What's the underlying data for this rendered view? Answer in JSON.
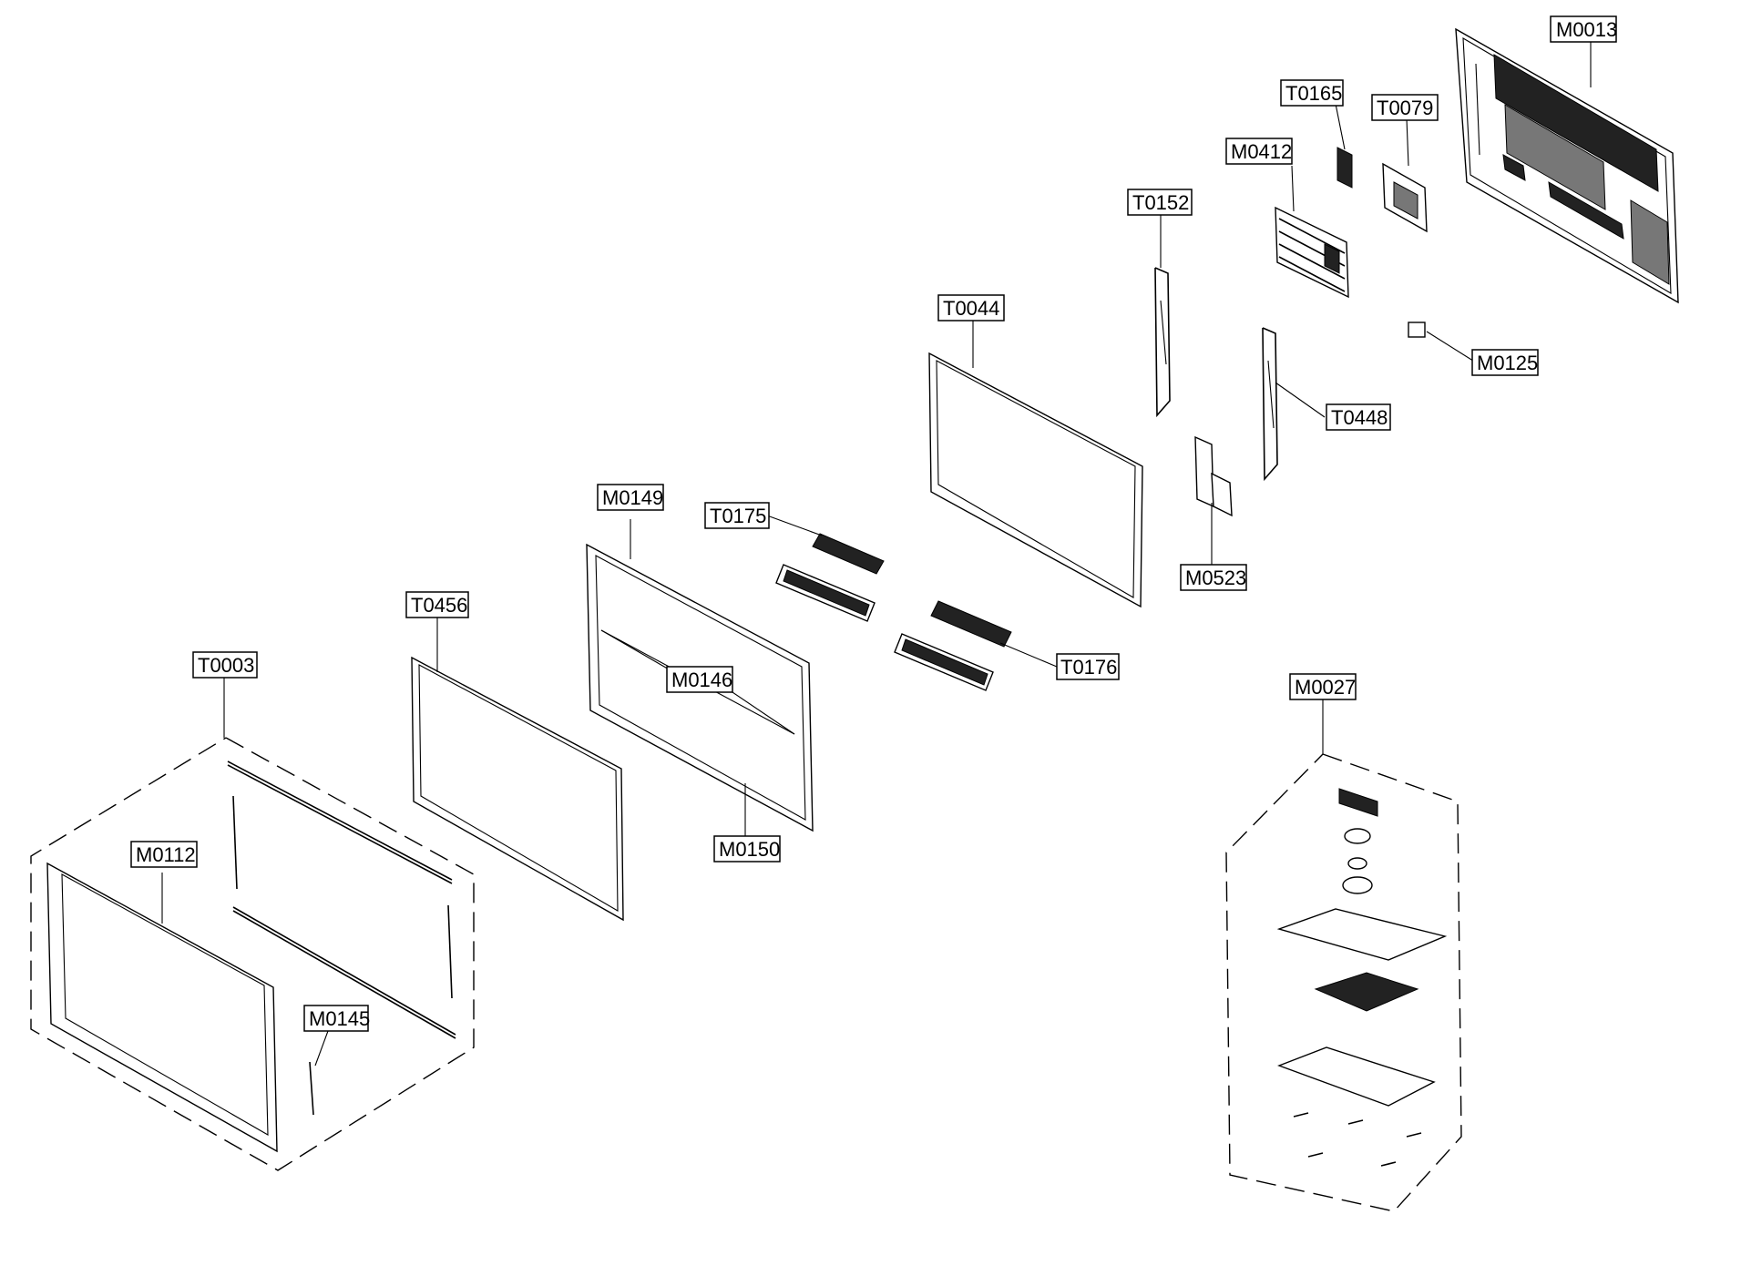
{
  "labels": {
    "M0013": "M0013",
    "T0165": "T0165",
    "T0079": "T0079",
    "M0412": "M0412",
    "T0152": "T0152",
    "M0125": "M0125",
    "T0044": "T0044",
    "T0448": "T0448",
    "M0149": "M0149",
    "T0175": "T0175",
    "M0523": "M0523",
    "T0176": "T0176",
    "T0456": "T0456",
    "M0146": "M0146",
    "T0003": "T0003",
    "M0027": "M0027",
    "M0112": "M0112",
    "M0150": "M0150",
    "M0145": "M0145"
  },
  "colors": {
    "ink": "#000000",
    "paper": "#ffffff",
    "shade": "#222222"
  }
}
